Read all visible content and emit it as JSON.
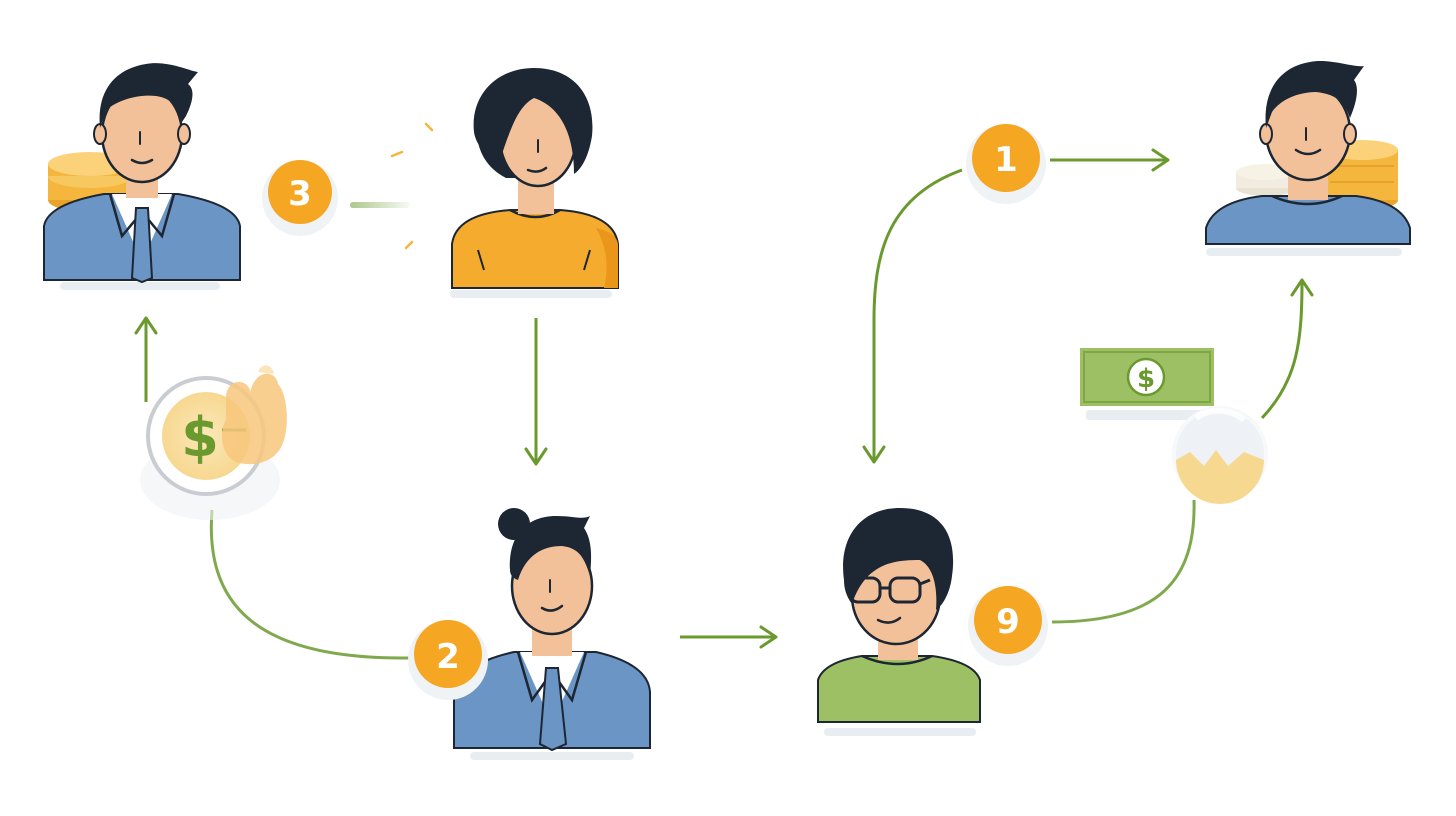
{
  "diagram": {
    "steps": {
      "step_1": "1",
      "step_2": "2",
      "step_3": "3",
      "step_9": "9"
    },
    "money": {
      "coin_symbol": "$",
      "bill_symbol": "$"
    },
    "people": [
      {
        "id": "suit-man-top-left",
        "role": "businessman",
        "shirt_color": "#6b95c4"
      },
      {
        "id": "woman-orange-top",
        "role": "woman",
        "shirt_color": "#f4ab2e"
      },
      {
        "id": "suit-man-bottom",
        "role": "businessman with bun",
        "shirt_color": "#6b95c4"
      },
      {
        "id": "glasses-person-bottom",
        "role": "person with glasses",
        "shirt_color": "#9dc064"
      },
      {
        "id": "man-blue-top-right",
        "role": "man",
        "shirt_color": "#6b95c4"
      }
    ],
    "colors": {
      "arrow": "#6a9a2e",
      "badge": "#f5a623",
      "skin": "#f2c19a",
      "hair": "#1d2633",
      "suit": "#6b95c4",
      "coin": "#f4b63c",
      "bill": "#9dc064"
    },
    "icons": [
      "person-icon",
      "coin-stack-icon",
      "dollar-coin-icon",
      "dollar-bill-icon",
      "arrow-icon"
    ]
  }
}
